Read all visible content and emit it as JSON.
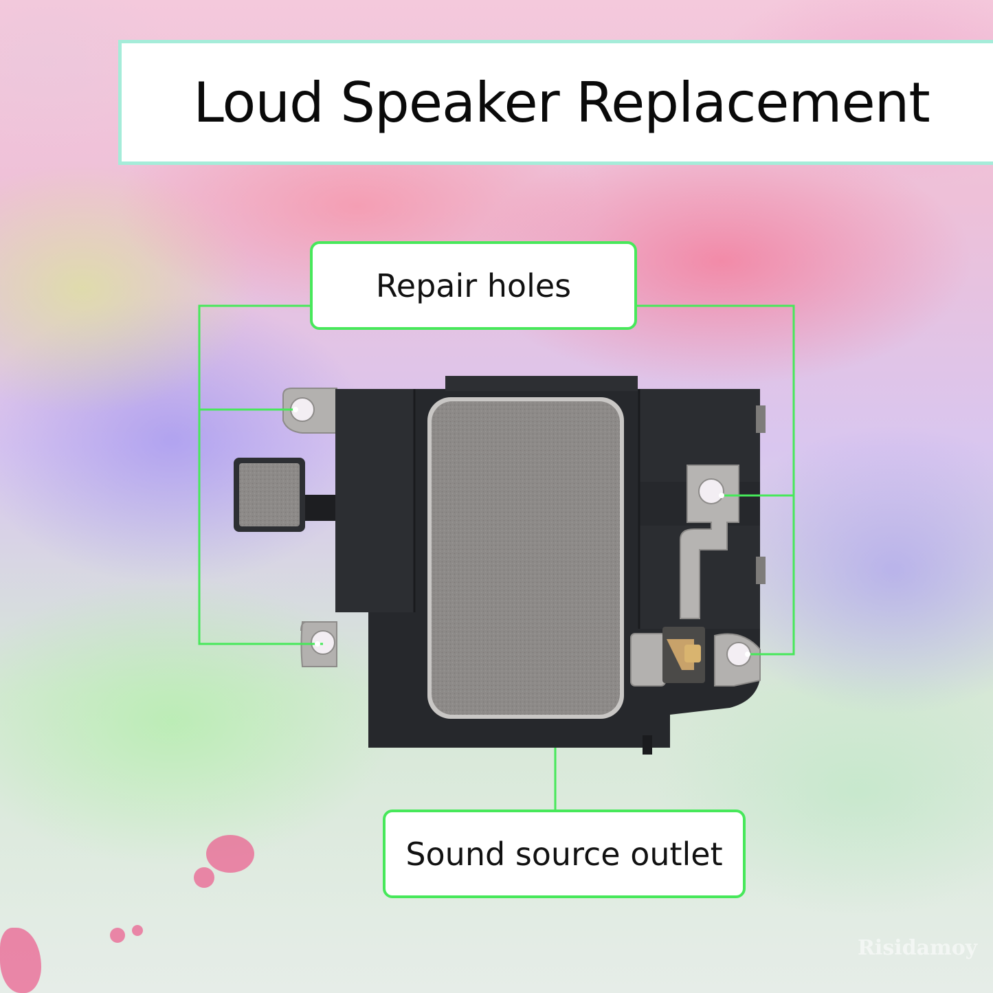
{
  "title": "Loud Speaker Replacement",
  "labels": {
    "repair_holes": "Repair holes",
    "sound_outlet": "Sound source outlet"
  },
  "watermark": "Risidamoy",
  "colors": {
    "callout_green": "#47e85a",
    "title_border": "#a5ecd9",
    "speaker_body": "#26282c",
    "speaker_plate": "#8e8b89",
    "bracket_metal": "#b6b4b2"
  }
}
